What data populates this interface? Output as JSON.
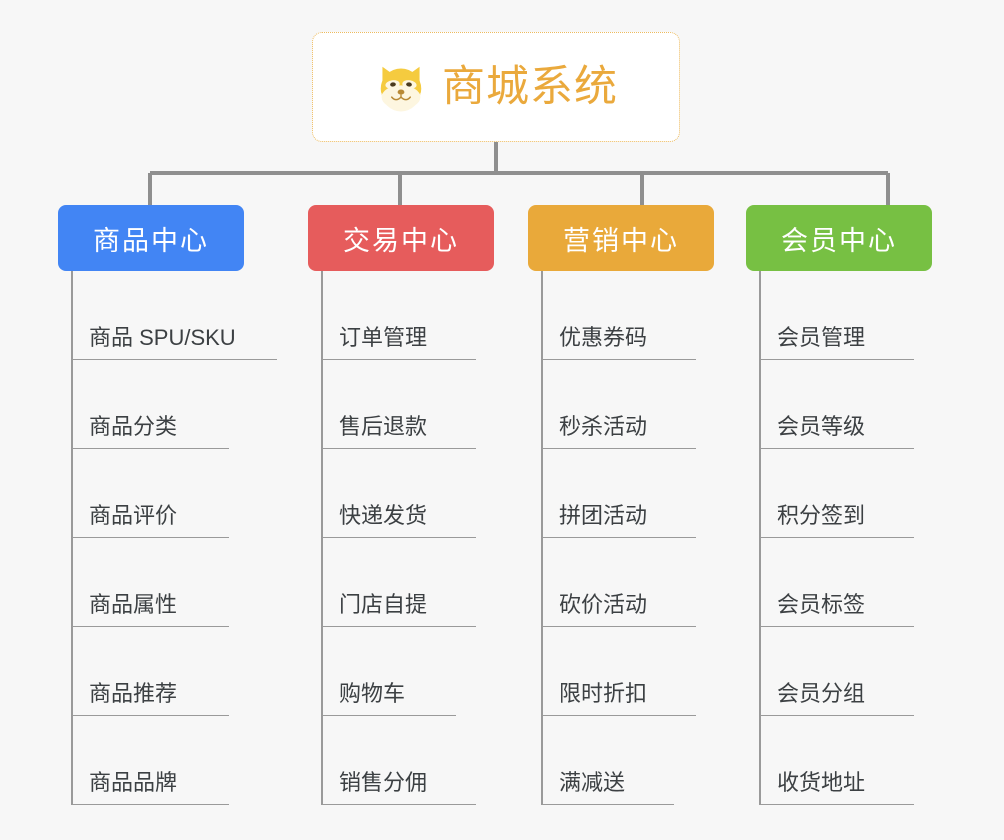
{
  "diagram": {
    "type": "tree-mindmap",
    "background_color": "#f7f7f7",
    "root": {
      "title": "商城系统",
      "icon": "shiba-dog-emoji",
      "border_color": "#edbb5e",
      "text_color": "#eaa93c",
      "background_color": "#ffffff"
    },
    "connector_color": "#8f8f8f",
    "branches": [
      {
        "label": "商品中心",
        "color": "#4285f4",
        "items": [
          "商品 SPU/SKU",
          "商品分类",
          "商品评价",
          "商品属性",
          "商品推荐",
          "商品品牌"
        ]
      },
      {
        "label": "交易中心",
        "color": "#e65c5c",
        "items": [
          "订单管理",
          "售后退款",
          "快递发货",
          "门店自提",
          "购物车",
          "销售分佣"
        ]
      },
      {
        "label": "营销中心",
        "color": "#e9a93a",
        "items": [
          "优惠券码",
          "秒杀活动",
          "拼团活动",
          "砍价活动",
          "限时折扣",
          "满减送"
        ]
      },
      {
        "label": "会员中心",
        "color": "#77c043",
        "items": [
          "会员管理",
          "会员等级",
          "积分签到",
          "会员标签",
          "会员分组",
          "收货地址"
        ]
      }
    ]
  }
}
